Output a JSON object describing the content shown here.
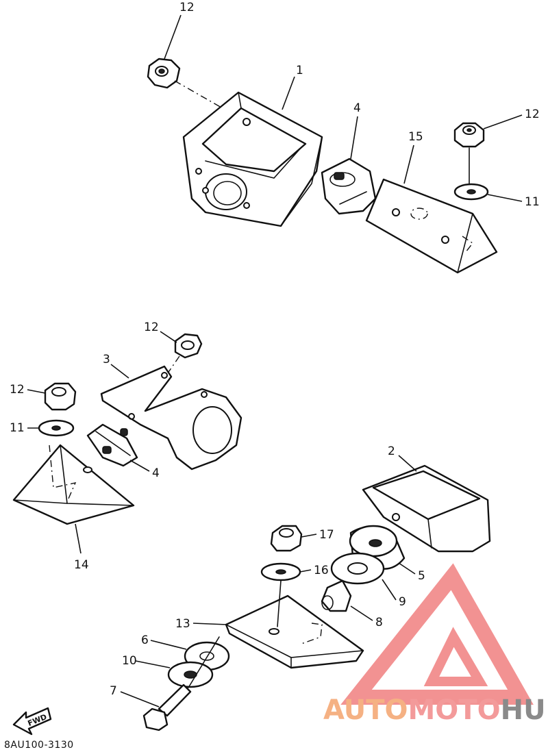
{
  "diagram": {
    "code": "8AU100-3130",
    "fwd_label": "FWD",
    "callouts": [
      {
        "id": "c12a",
        "label": "12"
      },
      {
        "id": "c1",
        "label": "1"
      },
      {
        "id": "c4a",
        "label": "4"
      },
      {
        "id": "c15",
        "label": "15"
      },
      {
        "id": "c12b",
        "label": "12"
      },
      {
        "id": "c11a",
        "label": "11"
      },
      {
        "id": "c12c",
        "label": "12"
      },
      {
        "id": "c3",
        "label": "3"
      },
      {
        "id": "c12d",
        "label": "12"
      },
      {
        "id": "c11b",
        "label": "11"
      },
      {
        "id": "c4b",
        "label": "4"
      },
      {
        "id": "c14",
        "label": "14"
      },
      {
        "id": "c2",
        "label": "2"
      },
      {
        "id": "c17",
        "label": "17"
      },
      {
        "id": "c5",
        "label": "5"
      },
      {
        "id": "c16",
        "label": "16"
      },
      {
        "id": "c9",
        "label": "9"
      },
      {
        "id": "c8",
        "label": "8"
      },
      {
        "id": "c13",
        "label": "13"
      },
      {
        "id": "c6",
        "label": "6"
      },
      {
        "id": "c10",
        "label": "10"
      },
      {
        "id": "c7",
        "label": "7"
      }
    ]
  },
  "watermark": {
    "text_part1": "AUTO",
    "text_part2": "MOTO",
    "text_part3": "HUB",
    "color_part1": "#f5b183",
    "color_part2": "#f39a9a",
    "color_part3": "#8a8a8a",
    "logo_color": "#f08080"
  }
}
